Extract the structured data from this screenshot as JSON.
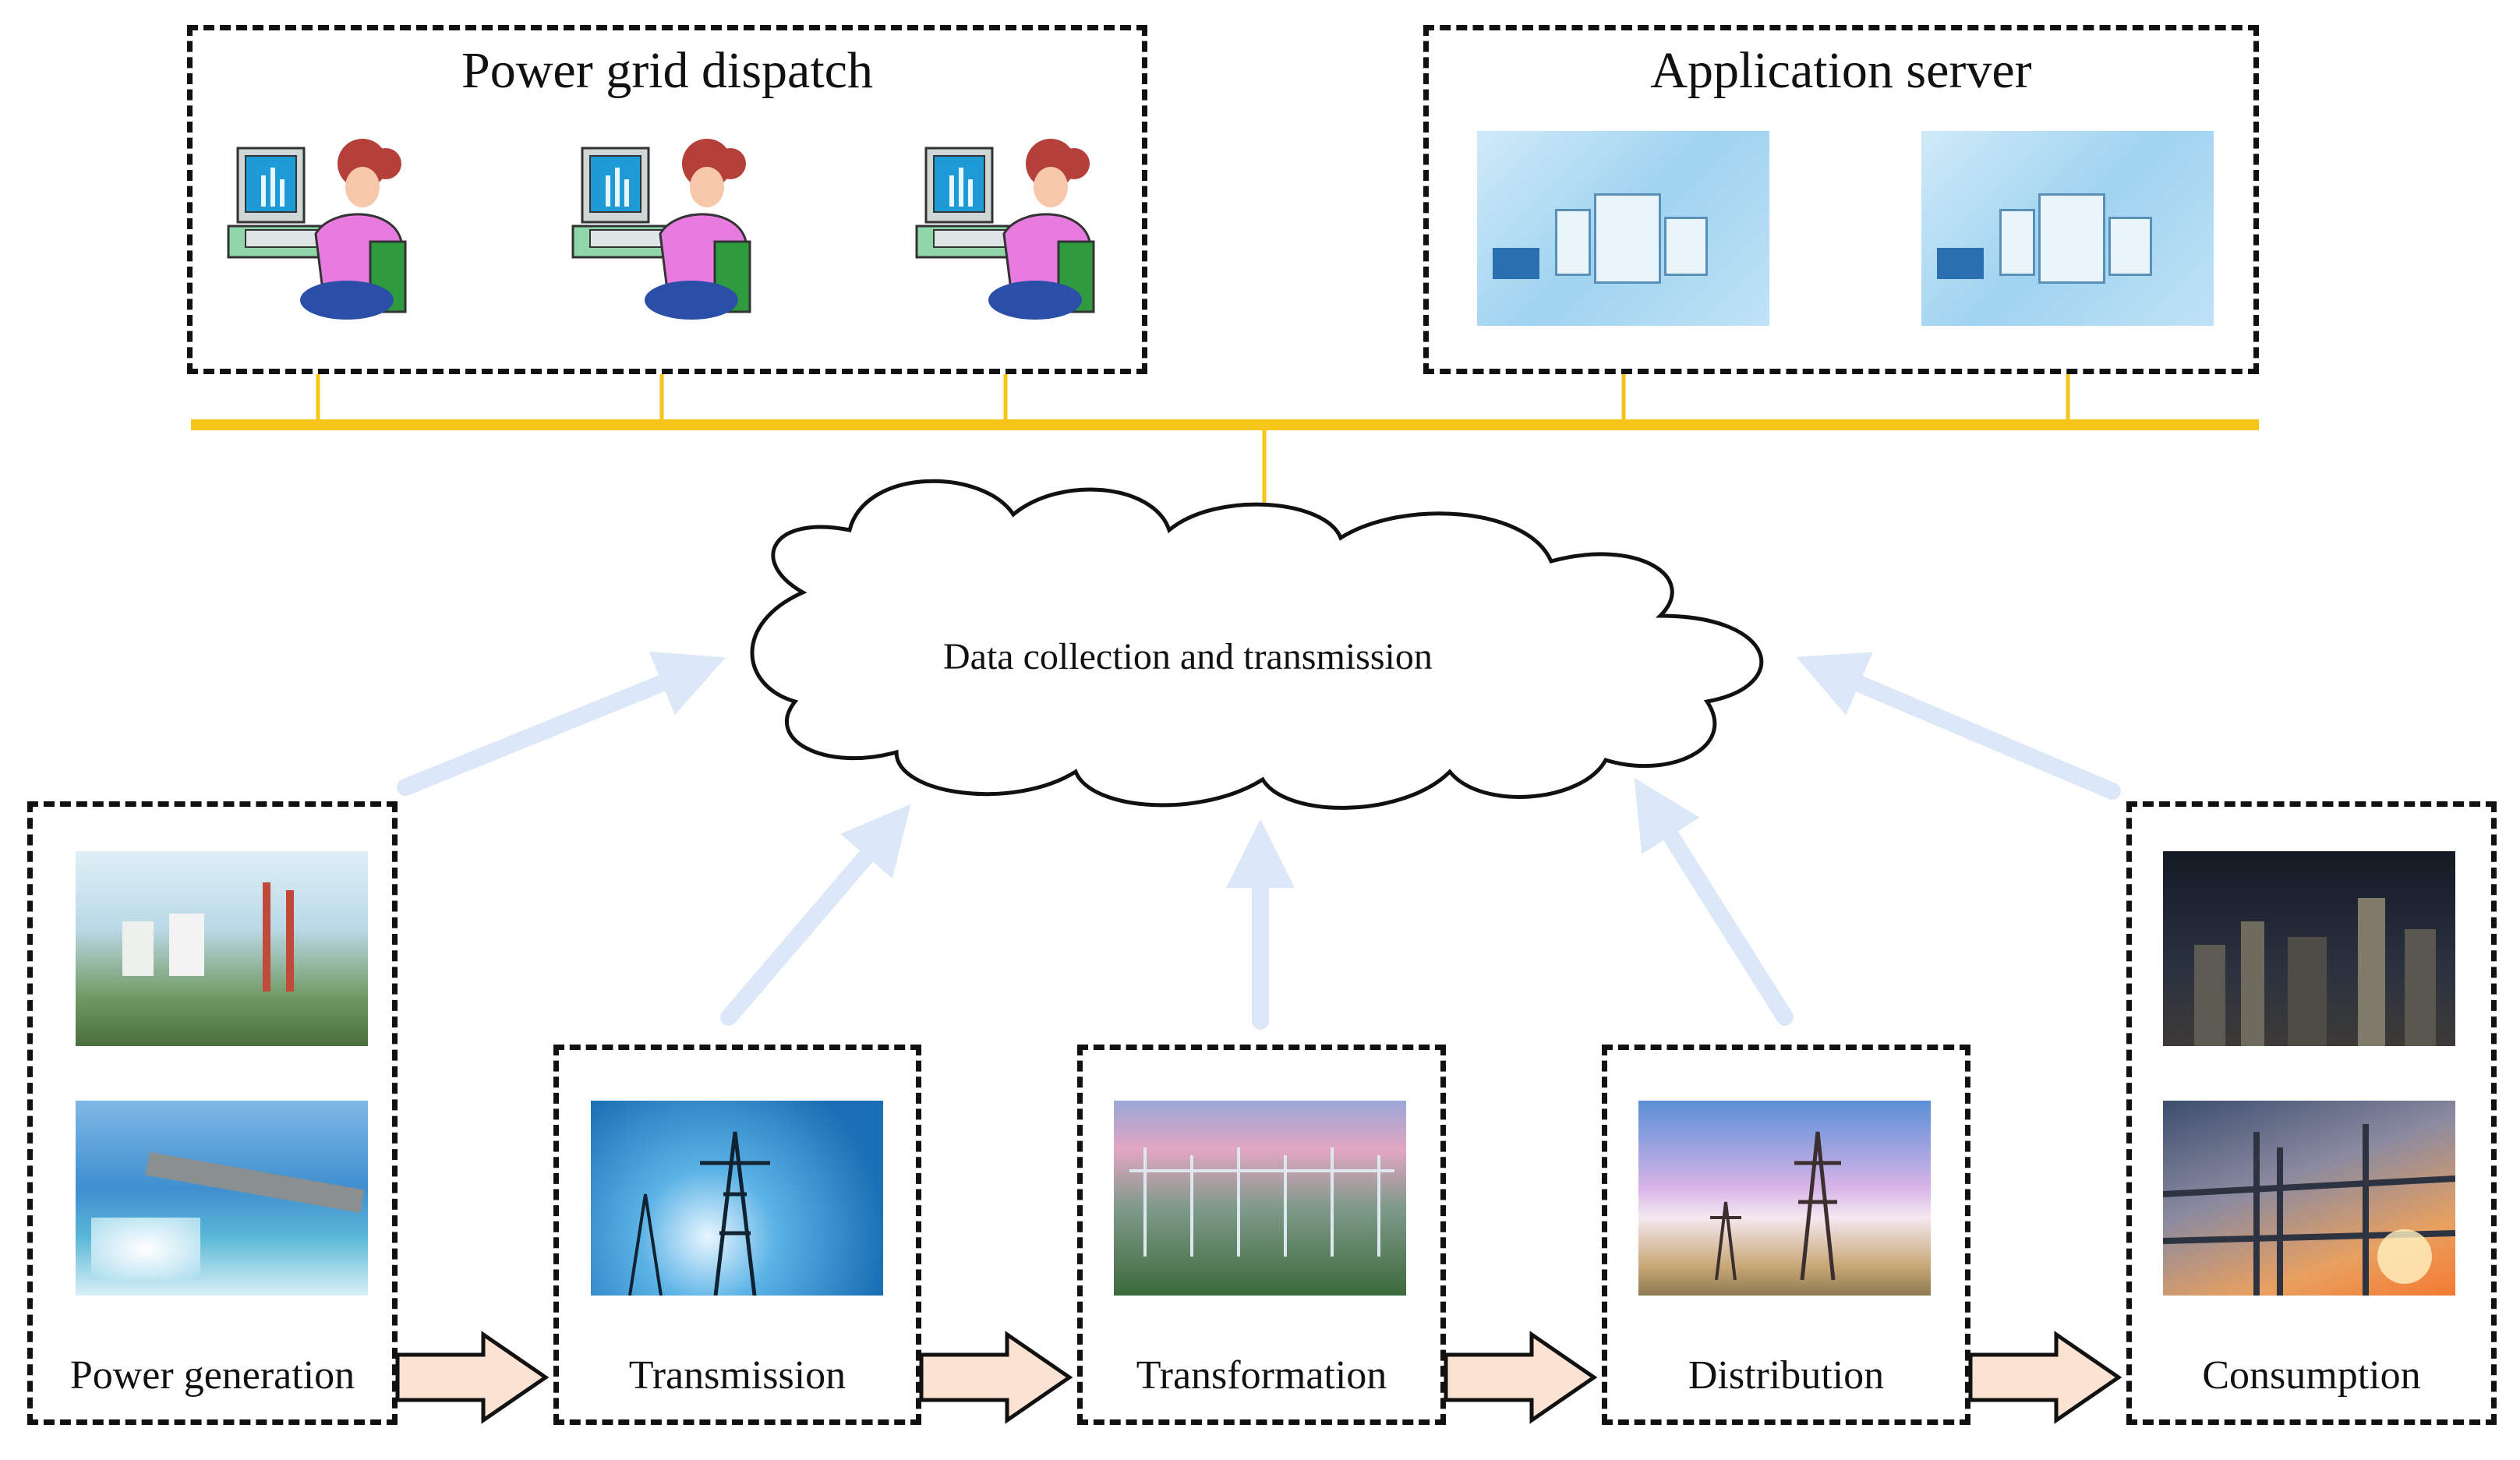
{
  "top": {
    "dispatch_title": "Power grid dispatch",
    "server_title": "Application server"
  },
  "cloud": {
    "label": "Data collection  and transmission"
  },
  "stages": {
    "generation": "Power  generation",
    "transmission": "Transmission",
    "transformation": "Transformation",
    "distribution": "Distribution",
    "consumption": "Consumption"
  },
  "colors": {
    "bus_line": "#F5C518",
    "upload_arrow": "#DCE8F7",
    "flow_arrow_fill": "#FBE3D3",
    "border": "#111111"
  },
  "icons": {
    "operator": "operator-at-computer-icon",
    "server": "server-room-image",
    "generation": [
      "power-plant-photo",
      "hydro-dam-photo"
    ],
    "transmission": "transmission-tower-photo",
    "transformation": "substation-photo",
    "distribution": "distribution-line-photo",
    "consumption": [
      "city-night-photo",
      "industrial-plant-photo"
    ]
  }
}
